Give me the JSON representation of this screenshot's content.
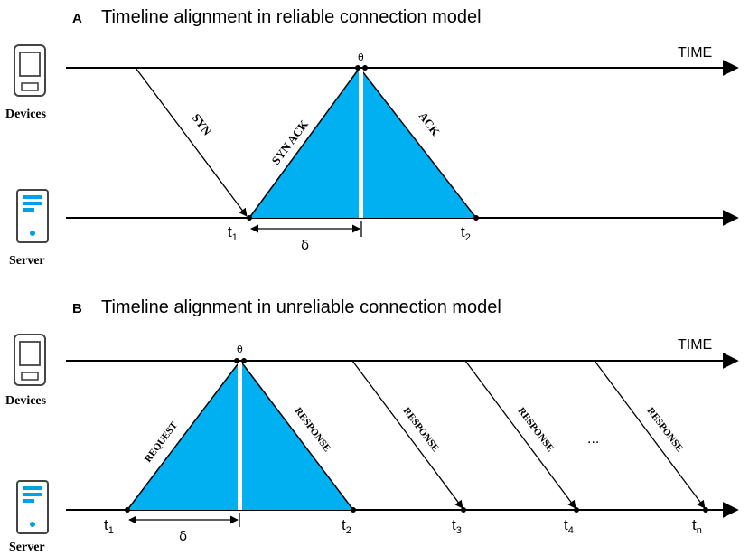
{
  "panel_a": {
    "letter": "A",
    "title": "Timeline alignment in reliable connection model",
    "time_label": "TIME",
    "device_label": "Devices",
    "server_label": "Server",
    "msg_syn": "SYN",
    "msg_synack": "SYN ACK",
    "msg_ack": "ACK",
    "theta": "θ",
    "delta": "δ",
    "t1": "t",
    "t1_sub": "1",
    "t2": "t",
    "t2_sub": "2"
  },
  "panel_b": {
    "letter": "B",
    "title": "Timeline alignment in unreliable connection model",
    "time_label": "TIME",
    "device_label": "Devices",
    "server_label": "Server",
    "msg_request": "REQUEST",
    "msg_response": "RESPONSE",
    "ellipsis": "...",
    "theta": "θ",
    "delta": "δ",
    "t1": "t",
    "t1_sub": "1",
    "t2": "t",
    "t2_sub": "2",
    "t3": "t",
    "t3_sub": "3",
    "t4": "t",
    "t4_sub": "4",
    "tn": "t",
    "tn_sub": "n"
  },
  "colors": {
    "triangle_fill": "#00B0F0",
    "server_accent": "#00A0E8",
    "line": "#000000"
  },
  "icons": {
    "device": "mobile-device-icon",
    "server": "server-tower-icon"
  }
}
